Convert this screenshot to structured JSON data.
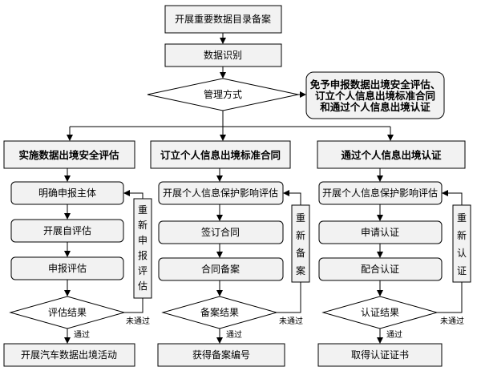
{
  "steps": {
    "start": "开展重要数据目录备案",
    "identify": "数据识别",
    "mode": "管理方式",
    "exempt": [
      "免予申报数据出境安全评估、",
      "订立个人信息出境标准合同",
      "和通过个人信息出境认证"
    ]
  },
  "paths": {
    "assessment": {
      "title": "实施数据出境安全评估",
      "step1": "明确申报主体",
      "step2": "开展自评估",
      "step3": "申报评估",
      "decision": "评估结果",
      "retry": [
        "重",
        "新",
        "申",
        "报",
        "评",
        "估"
      ],
      "result": "开展汽车数据出境活动"
    },
    "contract": {
      "title": "订立个人信息出境标准合同",
      "step1": "开展个人信息保护影响评估",
      "step2": "签订合同",
      "step3": "合同备案",
      "decision": "备案结果",
      "retry": [
        "重",
        "新",
        "备",
        "案"
      ],
      "result": "获得备案编号"
    },
    "certification": {
      "title": "通过个人信息出境认证",
      "step1": "开展个人信息保护影响评估",
      "step2": "申请认证",
      "step3": "配合认证",
      "decision": "认证结果",
      "retry": [
        "重",
        "新",
        "认",
        "证"
      ],
      "result": "取得认证证书"
    }
  },
  "edge_labels": {
    "pass": "通过",
    "fail": "未通过"
  }
}
